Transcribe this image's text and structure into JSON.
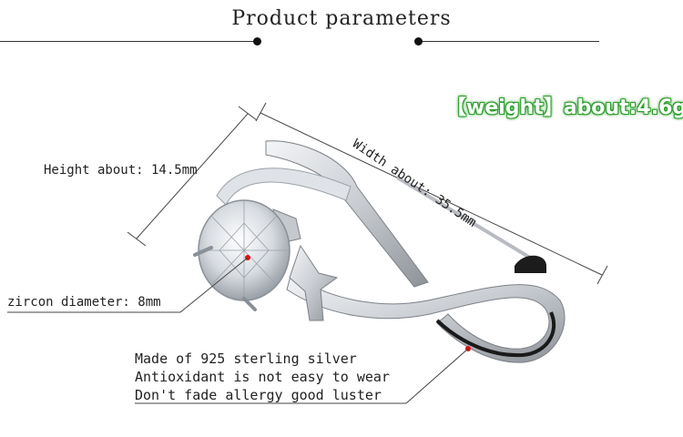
{
  "title": "Product parameters",
  "weight": "【weight】about:4.6g",
  "height": "Height about: 14.5mm",
  "width": "Width about: 35.5mm",
  "zircon": "zircon diameter: 8mm",
  "description": [
    "Made of 925 sterling silver",
    "Antioxidant is not easy to wear",
    "Don't fade allergy good luster"
  ],
  "colors": {
    "weight_text": "#ffffff",
    "weight_outline": "#2aa02a",
    "marker": "#e01010",
    "silver": "#c9cdd2"
  }
}
